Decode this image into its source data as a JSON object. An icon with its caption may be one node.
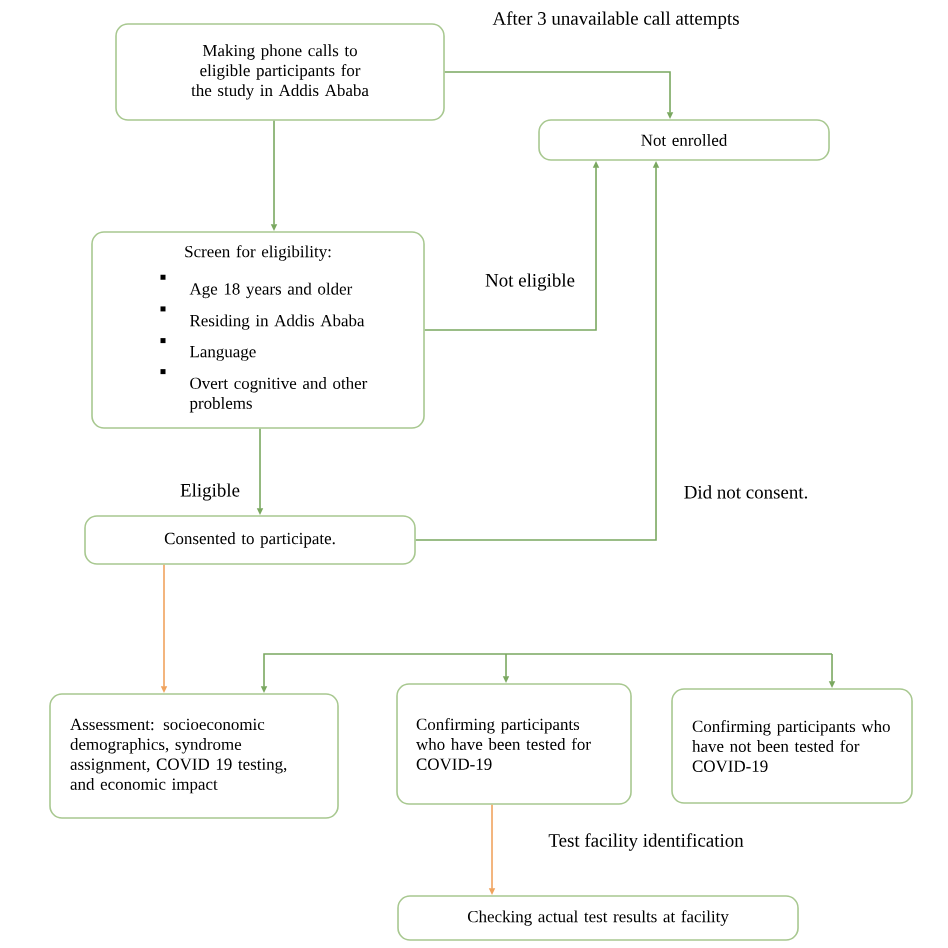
{
  "diagram": {
    "nodes": [
      {
        "text": [
          "Making phone calls to eligible participants for the study in Addis Ababa"
        ]
      },
      {
        "text": [
          "Not enrolled"
        ]
      },
      {
        "text": [
          "Screen for eligibility:",
          "Age 18 years and older",
          "Residing in Addis Ababa",
          "Language",
          "Overt cognitive and other problems"
        ]
      },
      {
        "text": [
          "Consented to participate."
        ]
      },
      {
        "text": [
          "Assessment: socioeconomic demographics, syndrome assignment, COVID 19 testing, and economic impact"
        ]
      },
      {
        "text": [
          "Confirming participants who have been tested for COVID-19"
        ]
      },
      {
        "text": [
          "Confirming participants who have not been tested for COVID-19"
        ]
      },
      {
        "text": [
          "Checking actual test results at facility"
        ]
      }
    ],
    "edges": [
      {
        "from": 0,
        "to": 1,
        "arrow": "to",
        "label": "After 3 unavailable call attempts"
      },
      {
        "from": 0,
        "to": 2,
        "arrow": "to"
      },
      {
        "from": 2,
        "to": 1,
        "arrow": "to",
        "label": "Not eligible"
      },
      {
        "from": 2,
        "to": 3,
        "arrow": "to",
        "label": "Eligible"
      },
      {
        "from": 3,
        "to": 1,
        "arrow": "to",
        "label": "Did not consent."
      },
      {
        "from": 3,
        "to": 4,
        "arrow": "to",
        "color": "#f0a35e"
      },
      {
        "from": null,
        "to": 4,
        "arrow": "to"
      },
      {
        "from": null,
        "to": 5,
        "arrow": "to"
      },
      {
        "from": null,
        "to": 6,
        "arrow": "to"
      },
      {
        "from": 5,
        "to": 7,
        "arrow": "to",
        "color": "#f0a35e",
        "label": "Test facility identification"
      }
    ]
  }
}
